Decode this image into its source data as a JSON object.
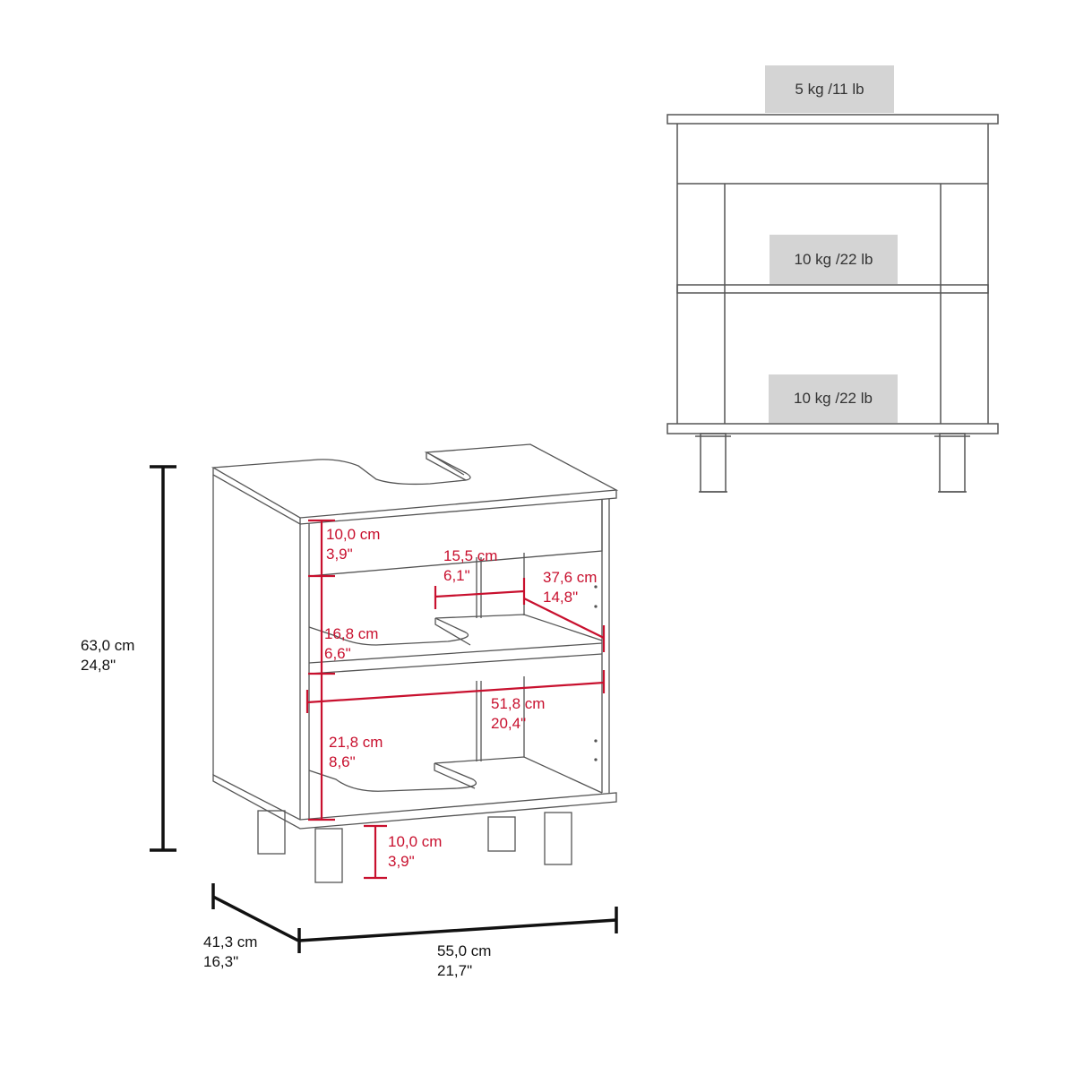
{
  "colors": {
    "dimension_red": "#c8102e",
    "line_gray": "#555555",
    "weight_box_bg": "#d4d4d4",
    "black": "#111111"
  },
  "front_view": {
    "weight_labels": [
      {
        "id": "top",
        "text": "5 kg /11 lb"
      },
      {
        "id": "middle_shelf",
        "text": "10 kg /22 lb"
      },
      {
        "id": "bottom_shelf",
        "text": "10 kg /22 lb"
      }
    ]
  },
  "overall_dimensions": {
    "height": {
      "cm": "63,0 cm",
      "in": "24,8\""
    },
    "depth": {
      "cm": "41,3 cm",
      "in": "16,3\""
    },
    "width": {
      "cm": "55,0 cm",
      "in": "21,7\""
    }
  },
  "interior_dimensions": {
    "top_gap": {
      "cm": "10,0 cm",
      "in": "3,9\""
    },
    "cutout_width": {
      "cm": "15,5 cm",
      "in": "6,1\""
    },
    "shelf_depth": {
      "cm": "37,6 cm",
      "in": "14,8\""
    },
    "middle_height": {
      "cm": "16,8 cm",
      "in": "6,6\""
    },
    "interior_width": {
      "cm": "51,8 cm",
      "in": "20,4\""
    },
    "bottom_height": {
      "cm": "21,8 cm",
      "in": "8,6\""
    },
    "leg_height": {
      "cm": "10,0 cm",
      "in": "3,9\""
    }
  }
}
